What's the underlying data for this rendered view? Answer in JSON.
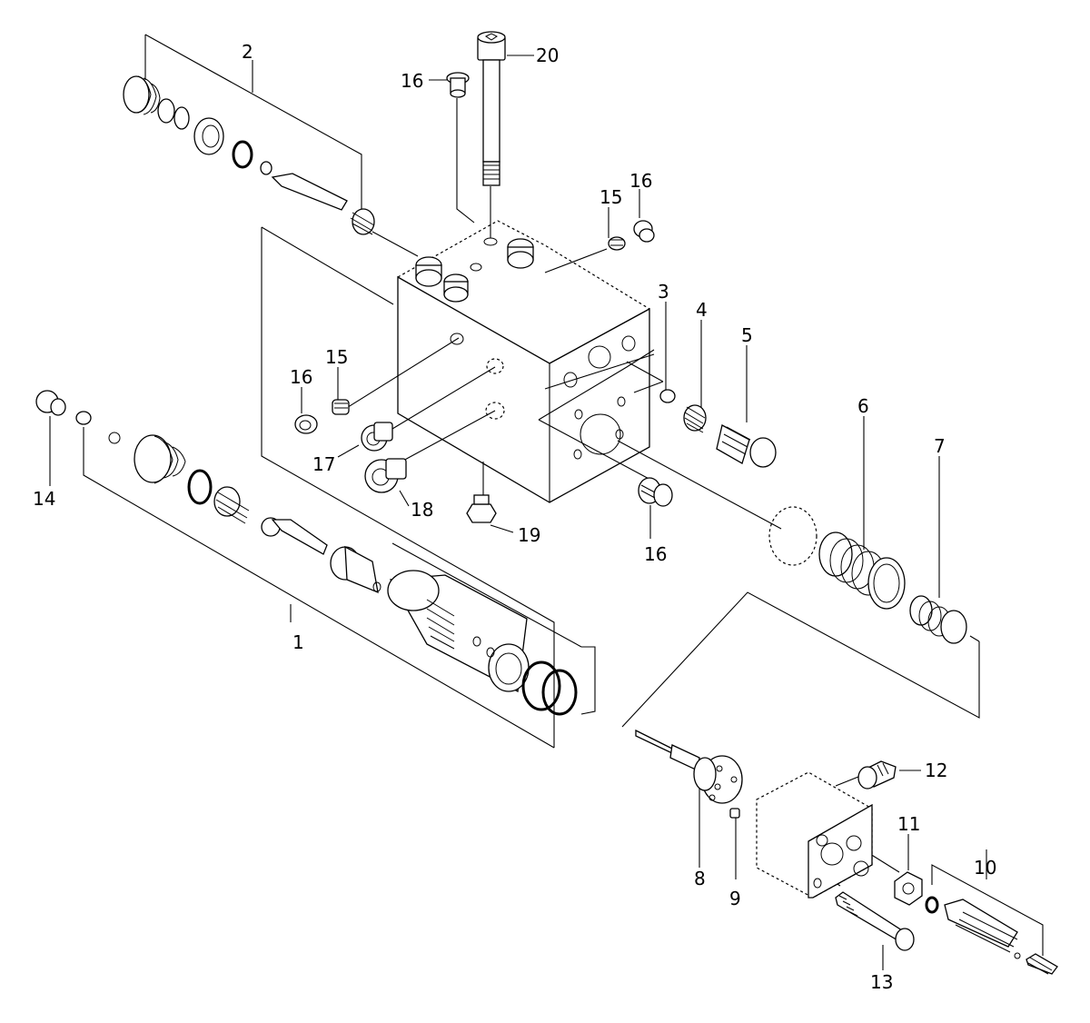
{
  "labels": {
    "l1": "1",
    "l2": "2",
    "l3": "3",
    "l4": "4",
    "l5": "5",
    "l6": "6",
    "l7": "7",
    "l8": "8",
    "l9": "9",
    "l10": "10",
    "l11": "11",
    "l12": "12",
    "l13": "13",
    "l14": "14",
    "l15a": "15",
    "l15b": "15",
    "l16a": "16",
    "l16b": "16",
    "l16c": "16",
    "l16d": "16",
    "l17": "17",
    "l18": "18",
    "l19": "19",
    "l20": "20"
  }
}
